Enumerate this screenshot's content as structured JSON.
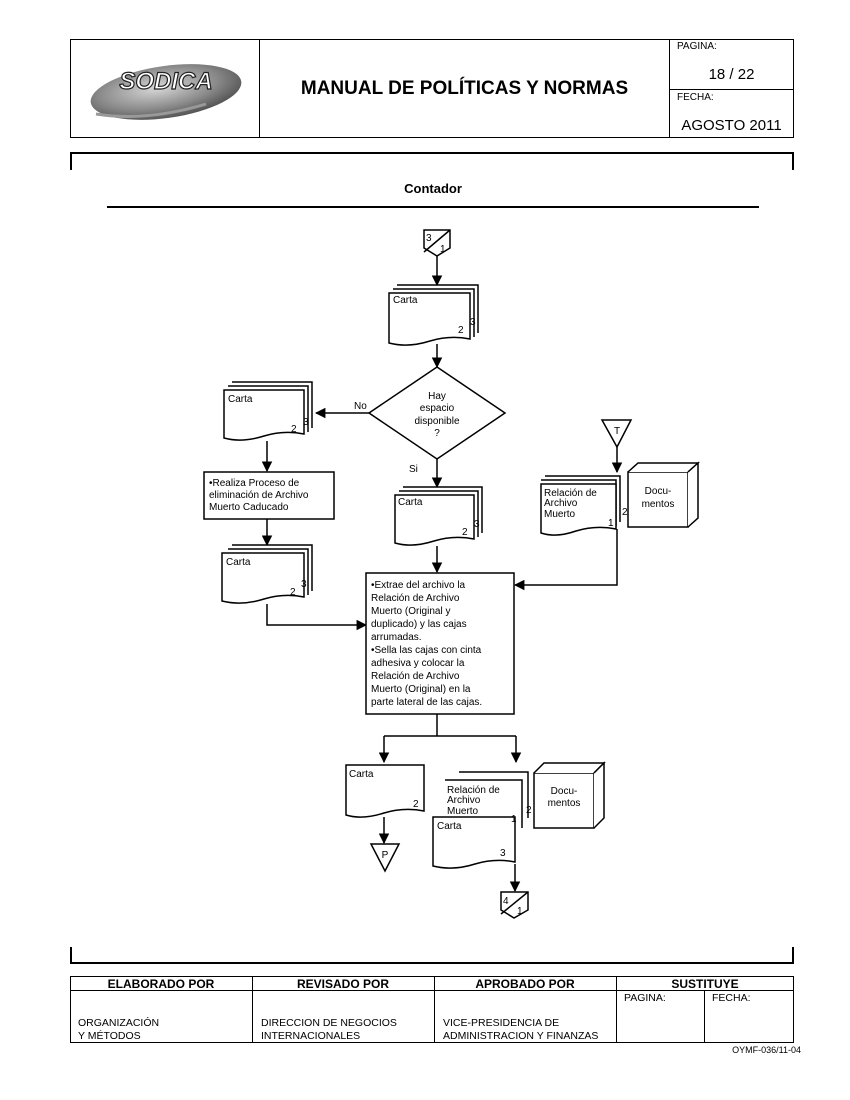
{
  "header": {
    "logo_text": "SODICA",
    "title": "MANUAL DE POLÍTICAS Y NORMAS",
    "pagina_label": "PAGINA:",
    "pagina_value": "18 / 22",
    "fecha_label": "FECHA:",
    "fecha_value": "AGOSTO 2011"
  },
  "section_title": "Contador",
  "flow": {
    "conn_top": {
      "top": "3",
      "bottom": "1"
    },
    "carta": "Carta",
    "decision": [
      "Hay",
      "espacio",
      "disponible",
      "?"
    ],
    "no": "No",
    "si": "Si",
    "n1": "1",
    "n2": "2",
    "n3": "3",
    "process_left": [
      "•Realiza Proceso de",
      "eliminación de Archivo",
      "Muerto Caducado"
    ],
    "relacion": [
      "Relación de",
      "Archivo",
      "Muerto"
    ],
    "docs": [
      "Docu-",
      "mentos"
    ],
    "t_label": "T",
    "p_label": "P",
    "process_main": [
      "•Extrae del archivo la",
      "Relación de Archivo",
      "Muerto (Original y",
      "duplicado) y las cajas",
      "arrumadas.",
      "•Sella las cajas con cinta",
      "adhesiva y colocar la",
      "Relación de Archivo",
      "Muerto (Original) en la",
      "parte lateral de las cajas."
    ],
    "conn_bottom": {
      "top": "4",
      "bottom": "1"
    }
  },
  "footer": {
    "elaborado_label": "ELABORADO POR",
    "revisado_label": "REVISADO POR",
    "aprobado_label": "APROBADO POR",
    "sustituye_label": "SUSTITUYE",
    "elaborado_l1": "ORGANIZACIÓN",
    "elaborado_l2": "Y MÉTODOS",
    "revisado_l1": "DIRECCION DE NEGOCIOS",
    "revisado_l2": "INTERNACIONALES",
    "aprobado_l1": "VICE-PRESIDENCIA DE",
    "aprobado_l2": "ADMINISTRACION Y FINANZAS",
    "pagina_label": "PAGINA:",
    "fecha_label": "FECHA:",
    "form_code": "OYMF-036/11-04"
  }
}
